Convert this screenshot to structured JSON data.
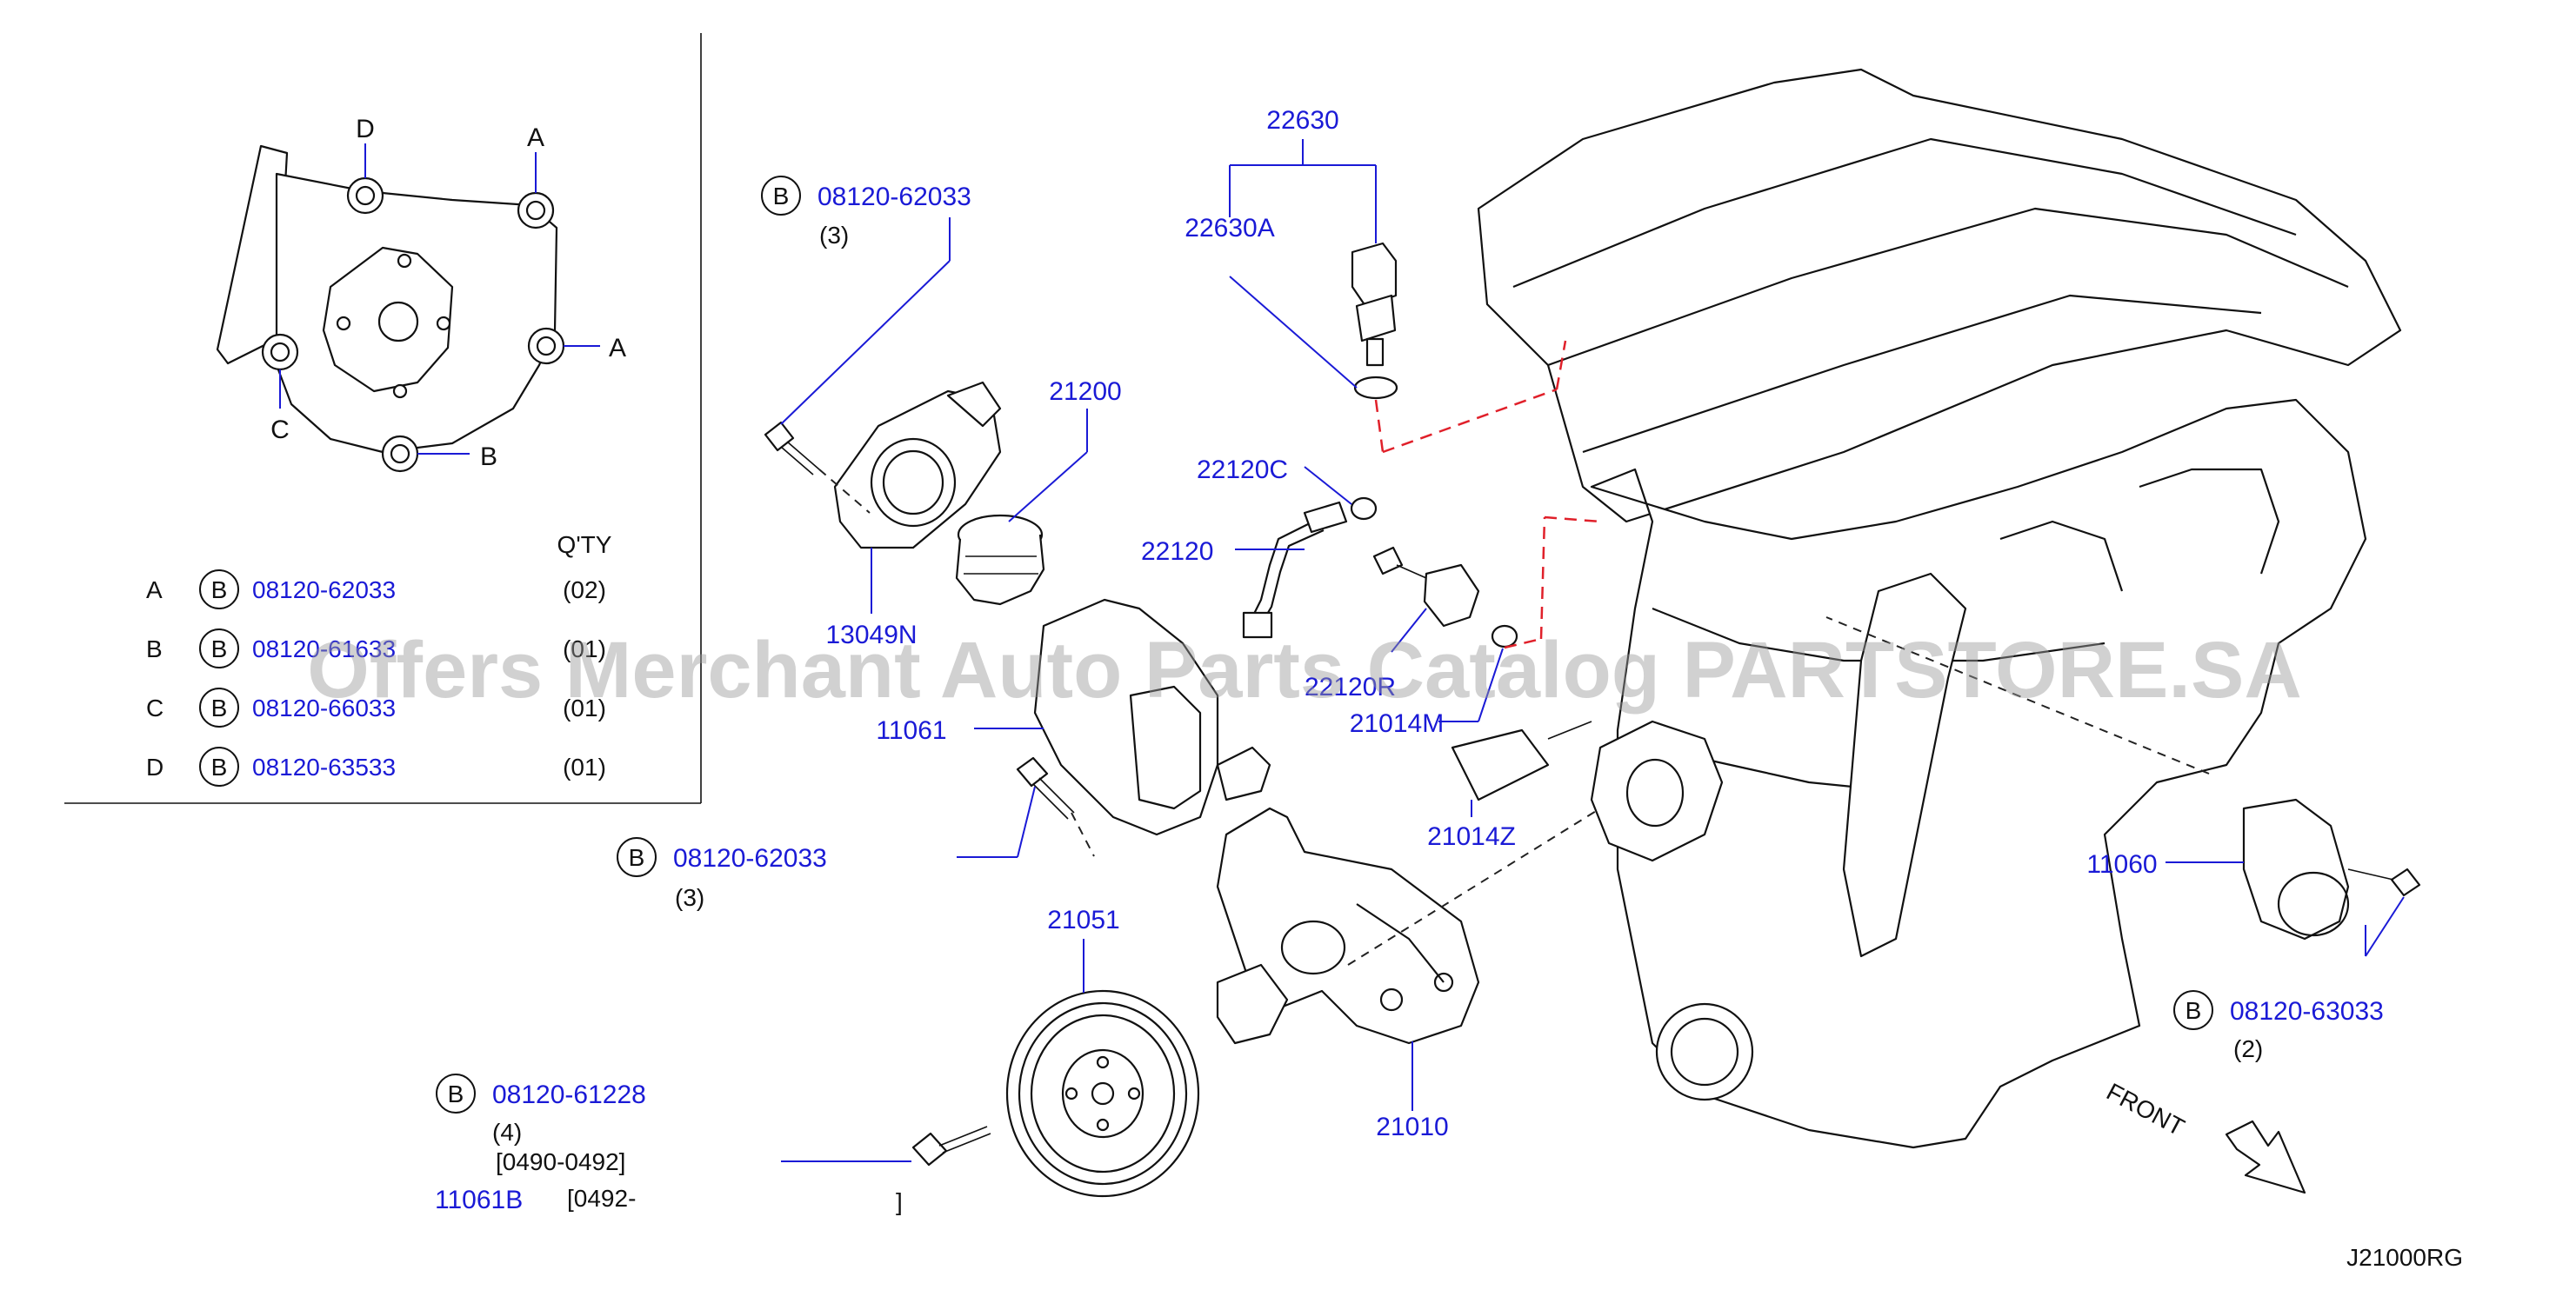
{
  "inset": {
    "labels": {
      "a1": "A",
      "a2": "A",
      "b": "B",
      "c": "C",
      "d": "D"
    },
    "qty_header": "Q'TY",
    "rows": [
      {
        "letter": "A",
        "circle": "B",
        "part": "08120-62033",
        "qty": "(02)"
      },
      {
        "letter": "B",
        "circle": "B",
        "part": "08120-61633",
        "qty": "(01)"
      },
      {
        "letter": "C",
        "circle": "B",
        "part": "08120-66033",
        "qty": "(01)"
      },
      {
        "letter": "D",
        "circle": "B",
        "part": "08120-63533",
        "qty": "(01)"
      }
    ]
  },
  "callouts": {
    "p22630": "22630",
    "p22630A": "22630A",
    "p21200": "21200",
    "p22120C": "22120C",
    "p22120": "22120",
    "p13049N": "13049N",
    "p22120R": "22120R",
    "p21014M": "21014M",
    "p11061": "11061",
    "p21014Z": "21014Z",
    "p21051": "21051",
    "p21010": "21010",
    "p11060": "11060",
    "p11061B": "11061B"
  },
  "bolts": {
    "top": {
      "circle": "B",
      "part": "08120-62033",
      "qty": "(3)"
    },
    "mid": {
      "circle": "B",
      "part": "08120-62033",
      "qty": "(3)"
    },
    "pulley": {
      "circle": "B",
      "part": "08120-61228",
      "qty": "(4)",
      "range1": "[0490-0492]",
      "range2_open": "[0492-",
      "range2_close": "]"
    },
    "right": {
      "circle": "B",
      "part": "08120-63033",
      "qty": "(2)"
    }
  },
  "front_label": "FRONT",
  "diagram_code": "J21000RG",
  "watermark": "Offers Merchant Auto Parts Catalog PARTSTORE.SA",
  "colors": {
    "callout": "#1a1ad6",
    "leader": "#1a1ad6",
    "red_dash": "#e0202a",
    "ink": "#111111"
  }
}
